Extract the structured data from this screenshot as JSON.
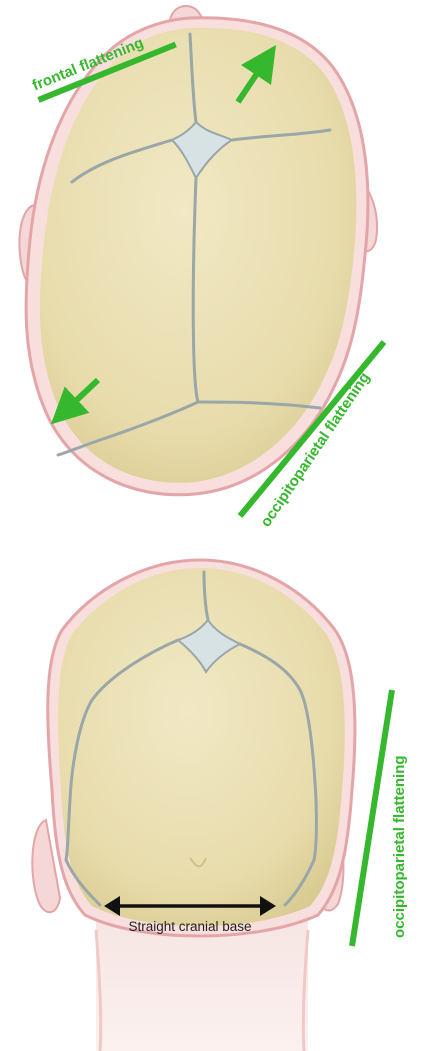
{
  "labels": {
    "frontal": "frontal flattening",
    "occipitoparietal_top": "occipitoparietal flattening",
    "occipitoparietal_bottom": "occipitoparietal flattening",
    "cranial_base": "Straight cranial base"
  },
  "colors": {
    "accent_green": "#35b82e",
    "bone": "#ece2b6",
    "skin_outline": "#e3a5a8",
    "suture": "#9aa7a8",
    "fontanelle": "#d6e2e4",
    "arrow_dark": "#111111"
  }
}
